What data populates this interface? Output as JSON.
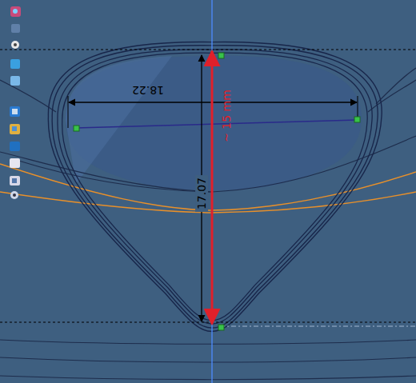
{
  "diagram": {
    "labels": [
      "18.22",
      "17.07",
      "~ 15 mm"
    ]
  }
}
